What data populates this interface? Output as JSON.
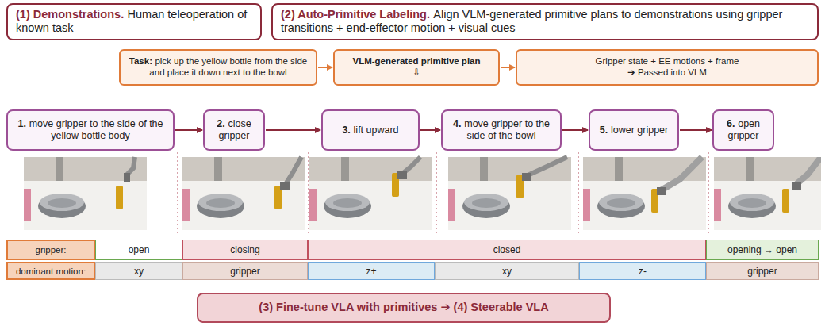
{
  "diagram": {
    "nodes": [
      {
        "text": [
          "(1) Demonstrations.",
          "Human teleoperation of known task"
        ]
      },
      {
        "text": [
          "(2) Auto-Primitive Labeling.",
          "Align VLM-generated primitive plans to demonstrations using gripper transitions + end-effector motion + visual cues"
        ]
      },
      {
        "text": [
          "Task:",
          "pick up the yellow bottle from the side and place it down next to the bowl"
        ]
      },
      {
        "text": [
          "VLM-generated primitive plan",
          "⇩"
        ]
      },
      {
        "text": [
          "Gripper state + EE motions + frame",
          "➔ Passed into VLM"
        ]
      },
      {
        "text": [
          "1.",
          "move gripper to the side of the yellow bottle body"
        ]
      },
      {
        "text": [
          "2.",
          "close gripper"
        ]
      },
      {
        "text": [
          "3.",
          "lift upward"
        ]
      },
      {
        "text": [
          "4.",
          "move gripper to the side of the bowl"
        ]
      },
      {
        "text": [
          "5.",
          "lower gripper"
        ]
      },
      {
        "text": [
          "6.",
          "open gripper"
        ]
      },
      {
        "text": [
          "(3) Fine-tune VLA with primitives ➔ (4) Steerable VLA"
        ]
      }
    ],
    "edges": [
      {
        "from": 2,
        "to": 3,
        "arrow": "to"
      },
      {
        "from": 3,
        "to": 4,
        "arrow": "to"
      },
      {
        "from": 5,
        "to": 6,
        "arrow": "to"
      },
      {
        "from": 6,
        "to": 7,
        "arrow": "to"
      },
      {
        "from": 7,
        "to": 8,
        "arrow": "to"
      },
      {
        "from": 8,
        "to": 9,
        "arrow": "to"
      },
      {
        "from": 9,
        "to": 10,
        "arrow": "to"
      }
    ],
    "labels": [
      "gripper:",
      "open",
      "closing",
      "closed",
      "opening → open",
      "dominant motion:",
      "xy",
      "gripper",
      "z+",
      "xy",
      "z-",
      "gripper"
    ]
  }
}
